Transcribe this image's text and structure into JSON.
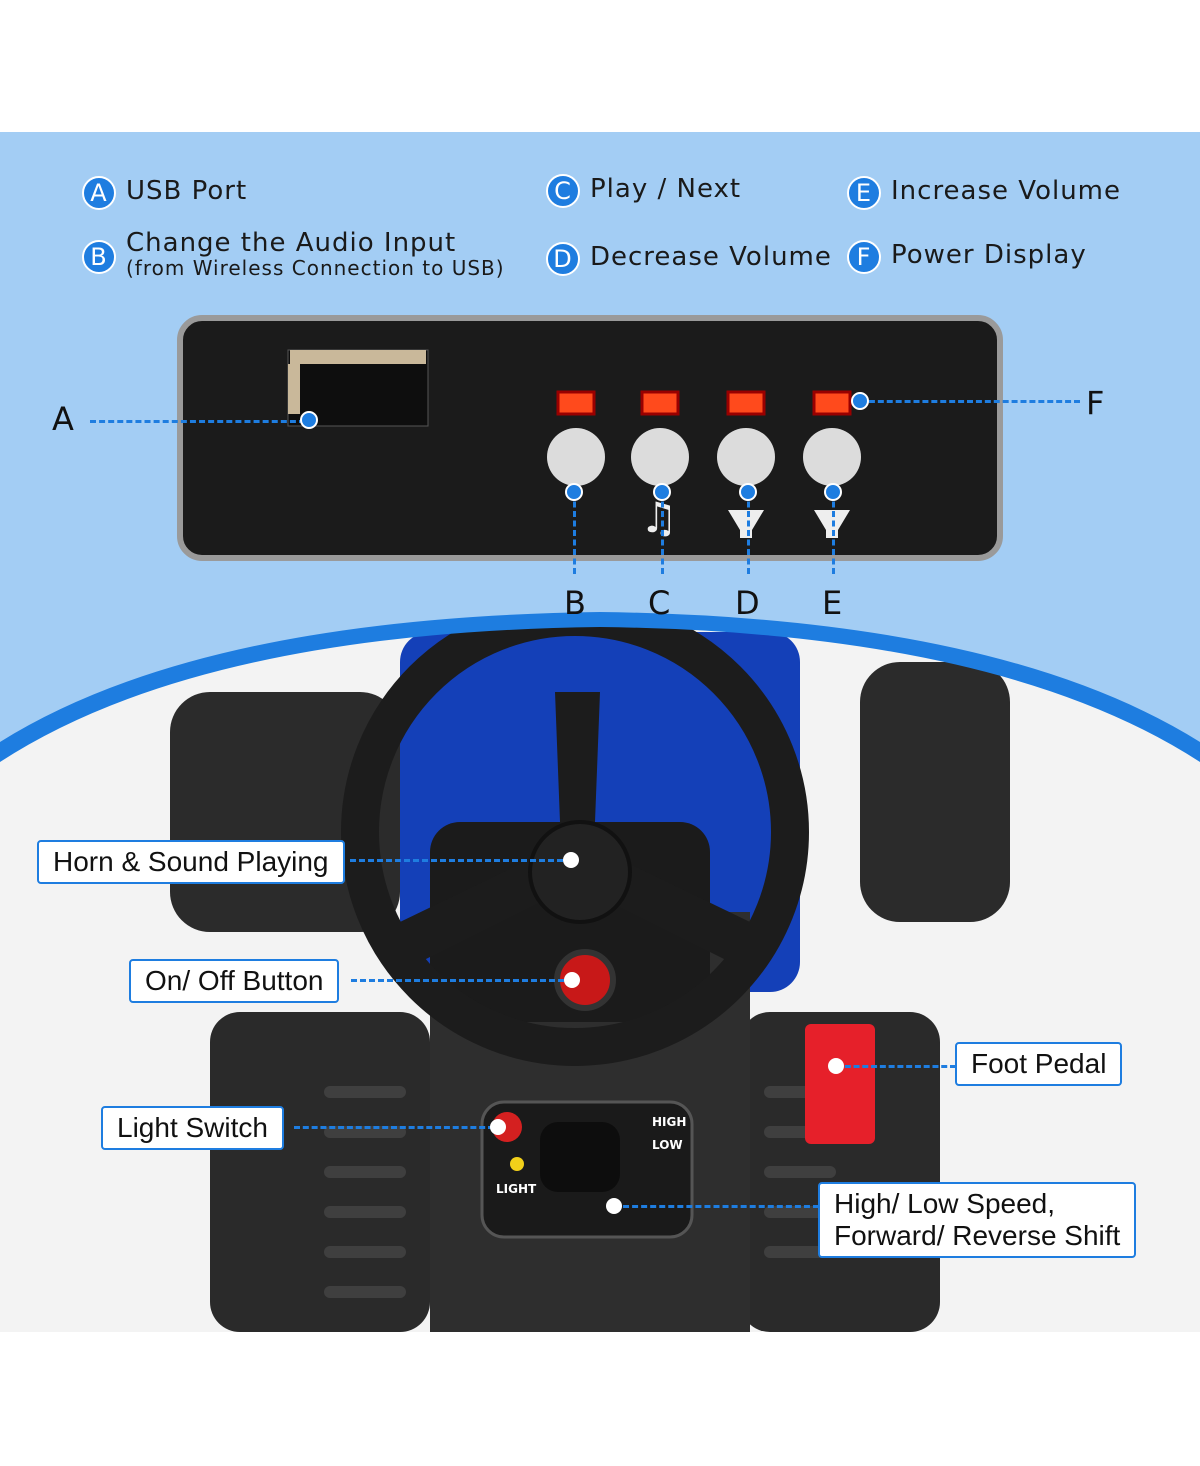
{
  "legend": [
    {
      "badge": "A",
      "label": "USB Port"
    },
    {
      "badge": "B",
      "label": "Change the Audio Input",
      "sublabel": "(from Wireless Connection to USB)"
    },
    {
      "badge": "C",
      "label": "Play / Next"
    },
    {
      "badge": "D",
      "label": "Decrease Volume"
    },
    {
      "badge": "E",
      "label": "Increase Volume"
    },
    {
      "badge": "F",
      "label": "Power Display"
    }
  ],
  "panel_letters": {
    "a": "A",
    "b": "B",
    "c": "C",
    "d": "D",
    "e": "E",
    "f": "F"
  },
  "callouts": {
    "horn": "Horn & Sound Playing",
    "onoff": "On/ Off Button",
    "light": "Light Switch",
    "pedal": "Foot Pedal",
    "shift_line1": "High/ Low Speed,",
    "shift_line2": "Forward/ Reverse Shift"
  },
  "switch_labels": {
    "high": "HIGH",
    "low": "LOW",
    "light": "LIGHT"
  },
  "colors": {
    "accent": "#1e7de0",
    "band": "#a3cdf4",
    "indicator": "#ff4a1c"
  }
}
